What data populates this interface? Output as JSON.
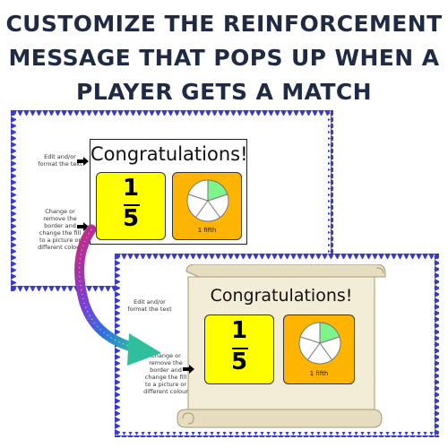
{
  "headline": {
    "line1": "CUSTOMIZE THE REINFORCEMENT",
    "line2": "MESSAGE THAT POPS UP WHEN A",
    "line3": "PLAYER GETS A MATCH"
  },
  "colors": {
    "headline_text": "#1f2a44",
    "triangle_border": "#3a3acb",
    "card_yellow": "#ffff00",
    "card_orange": "#ffb400",
    "pie_highlight": "#7ef58a",
    "scroll_parchment": "#f3ecd6"
  },
  "slide1": {
    "note_edit_line1": "Edit and/or",
    "note_edit_line2": "format the text",
    "note_border_line1": "Change or",
    "note_border_line2": "remove the",
    "note_border_line3": "border and",
    "note_border_line4": "change the fill",
    "note_border_line5": "to a picture or",
    "note_border_line6": "different colour",
    "message": "Congratulations!",
    "fraction_numerator": "1",
    "fraction_denominator": "5",
    "card_label": "1 fifth"
  },
  "slide2": {
    "note_edit_line1": "Edit and/or",
    "note_edit_line2": "format the text",
    "note_border_line1": "Change or",
    "note_border_line2": "remove the",
    "note_border_line3": "border and",
    "note_border_line4": "change the fill",
    "note_border_line5": "to a picture or",
    "note_border_line6": "different colour",
    "message": "Congratulations!",
    "fraction_numerator": "1",
    "fraction_denominator": "5",
    "card_label": "1 fifth"
  },
  "icons": {
    "pointer_arrow": "arrow-right-icon",
    "connector_arrow": "curved-glitter-arrow-icon",
    "scroll": "parchment-scroll-icon",
    "pie": "pie-fraction-icon"
  }
}
